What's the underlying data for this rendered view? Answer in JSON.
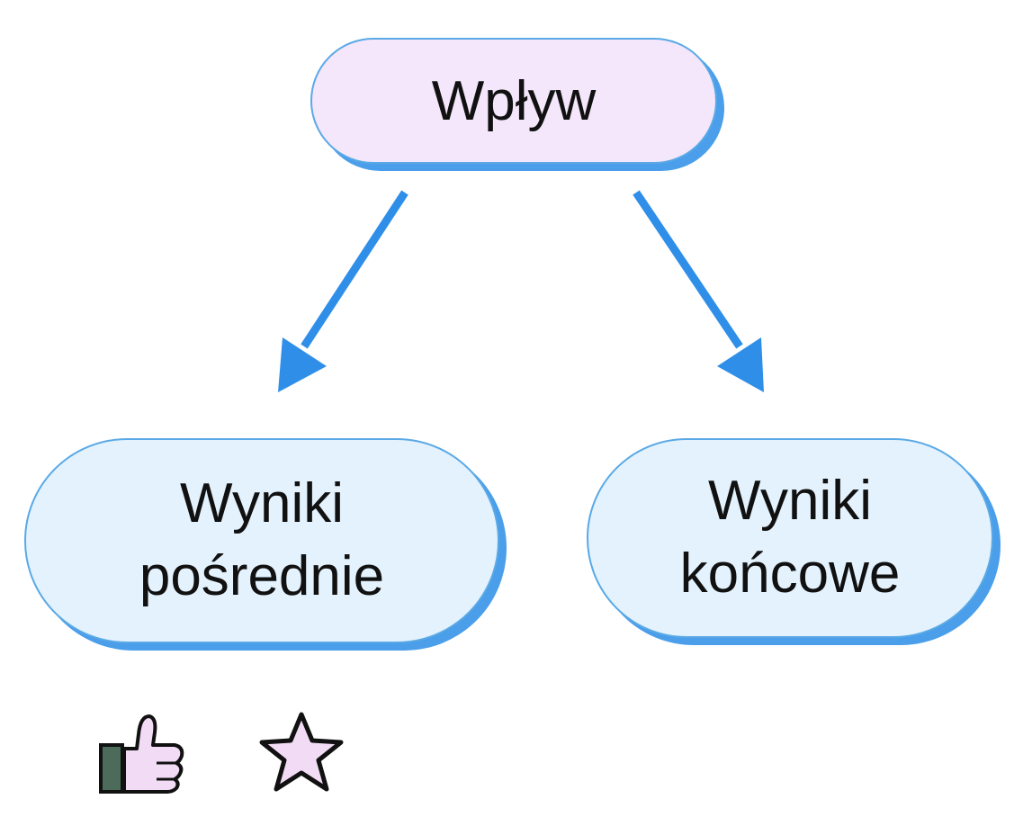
{
  "diagram": {
    "nodes": {
      "top": {
        "label": "Wpływ"
      },
      "left": {
        "line1": "Wyniki",
        "line2": "pośrednie"
      },
      "right": {
        "line1": "Wyniki",
        "line2": "końcowe"
      }
    },
    "edges": [
      {
        "from": "Wpływ",
        "to": "Wyniki pośrednie"
      },
      {
        "from": "Wpływ",
        "to": "Wyniki końcowe"
      }
    ]
  },
  "icons": [
    "thumbs-up-icon",
    "star-icon"
  ],
  "colors": {
    "top_node_fill": "#f4e6fb",
    "bottom_node_fill": "#e3f2fd",
    "node_border": "#5aa9e6",
    "node_shadow": "#4a9eea",
    "arrow": "#2f8fe8",
    "icon_fill": "#f2dcf5",
    "thumb_cuff": "#4d6b5a"
  }
}
